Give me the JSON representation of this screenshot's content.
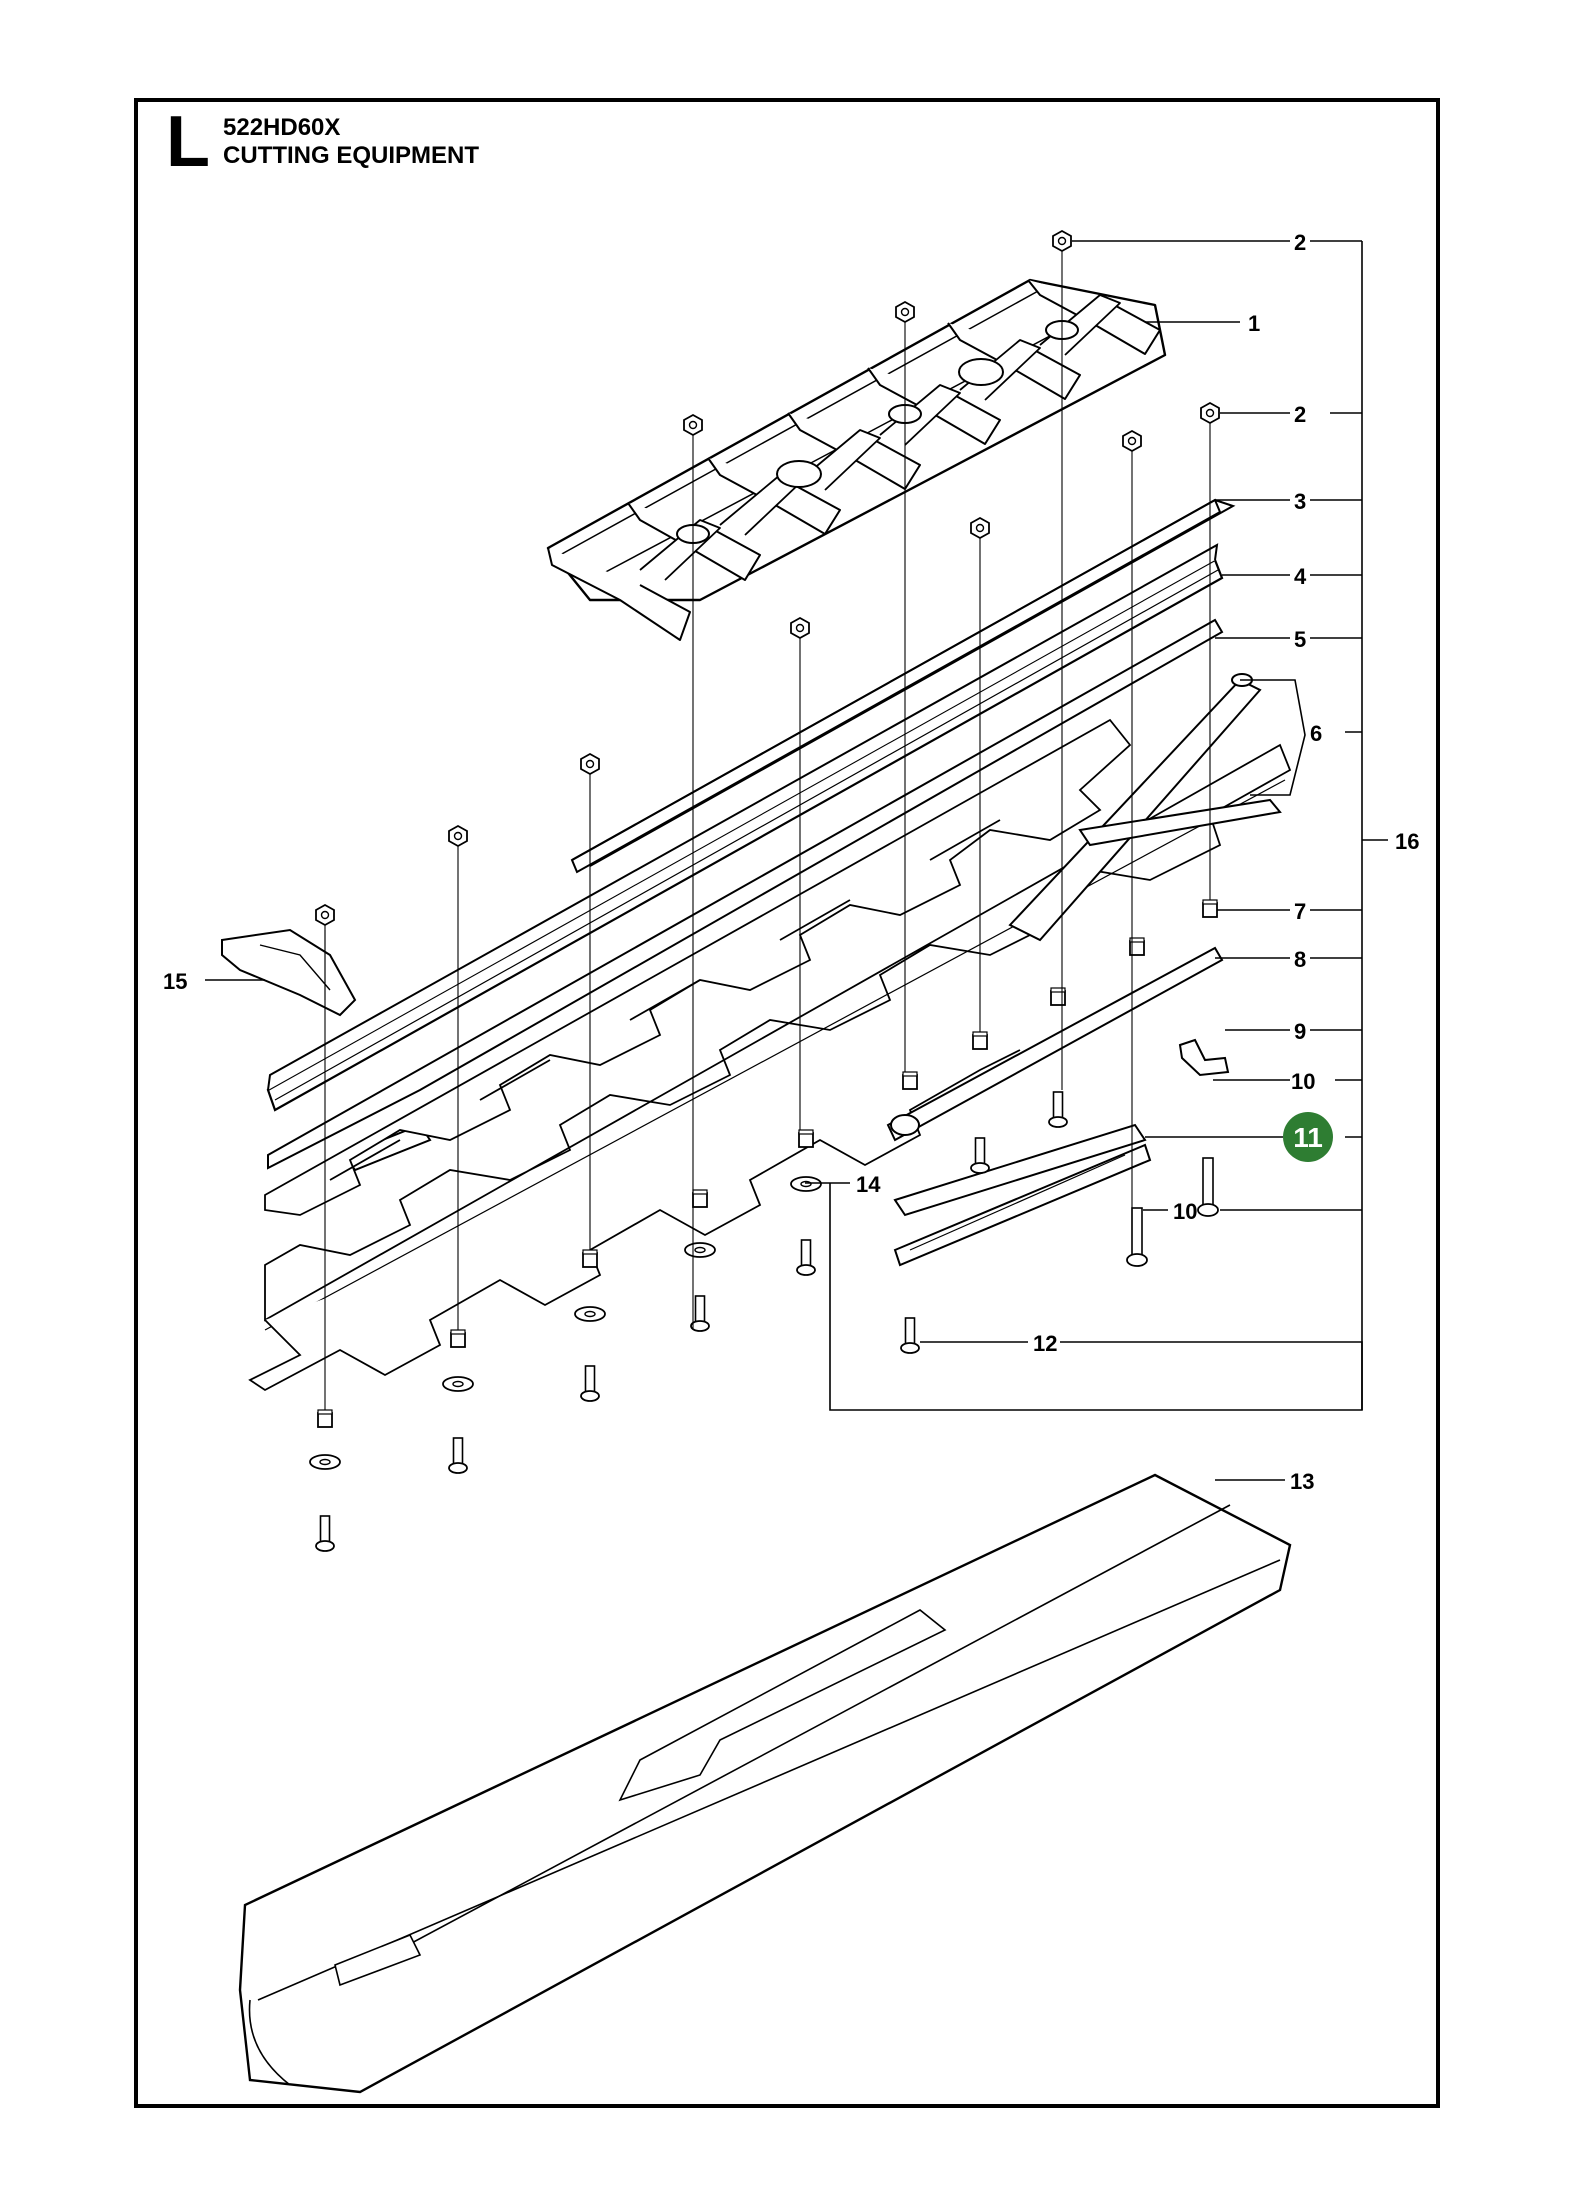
{
  "header": {
    "section_letter": "L",
    "model": "522HD60X",
    "title": "CUTTING EQUIPMENT"
  },
  "callouts": [
    {
      "id": "c2a",
      "label": "2"
    },
    {
      "id": "c1",
      "label": "1"
    },
    {
      "id": "c2b",
      "label": "2"
    },
    {
      "id": "c3",
      "label": "3"
    },
    {
      "id": "c4",
      "label": "4"
    },
    {
      "id": "c5",
      "label": "5"
    },
    {
      "id": "c6",
      "label": "6"
    },
    {
      "id": "c16",
      "label": "16"
    },
    {
      "id": "c7",
      "label": "7"
    },
    {
      "id": "c8",
      "label": "8"
    },
    {
      "id": "c15",
      "label": "15"
    },
    {
      "id": "c9",
      "label": "9"
    },
    {
      "id": "c10a",
      "label": "10"
    },
    {
      "id": "c11",
      "label": "11",
      "highlighted": true
    },
    {
      "id": "c14",
      "label": "14"
    },
    {
      "id": "c10b",
      "label": "10"
    },
    {
      "id": "c12",
      "label": "12"
    },
    {
      "id": "c13",
      "label": "13"
    }
  ],
  "colors": {
    "highlight": "#2e7d32",
    "line": "#000000",
    "background": "#ffffff"
  }
}
